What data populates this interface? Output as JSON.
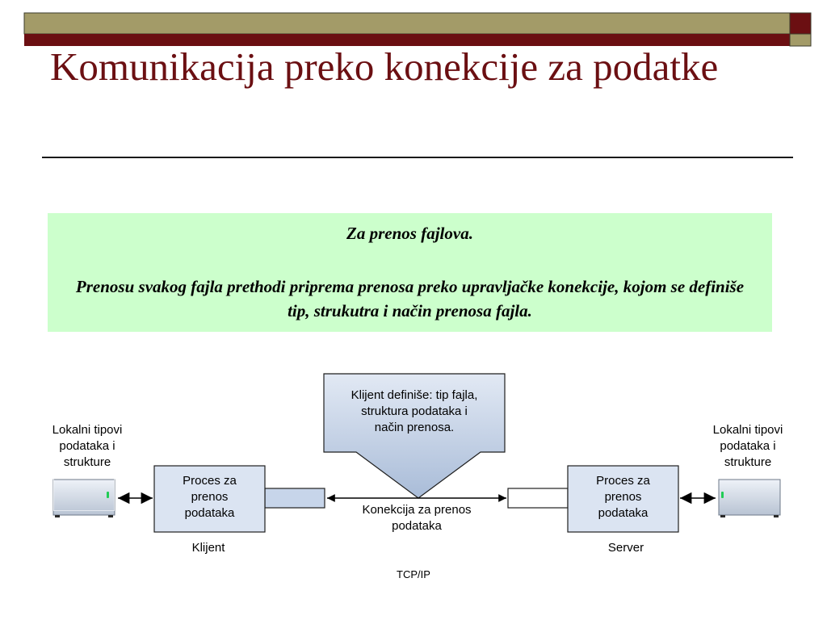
{
  "slide": {
    "title": "Komunikacija preko konekcije za podatke",
    "note_line1": "Za prenos fajlova.",
    "note_line2": "Prenosu svakog fajla prethodi priprema prenosa preko upravljačke konekcije, kojom se definiše tip, strukutra i način prenosa fajla.",
    "footer": "TCP/IP"
  },
  "diagram": {
    "callout_lines": [
      "Klijent definiše: tip fajla,",
      "struktura podataka i",
      "način prenosa."
    ],
    "local_left_lines": [
      "Lokalni tipovi",
      "podataka i",
      "strukture"
    ],
    "local_right_lines": [
      "Lokalni tipovi",
      "podataka i",
      "strukture"
    ],
    "process_left_lines": [
      "Proces za",
      "prenos",
      "podataka"
    ],
    "process_right_lines": [
      "Proces za",
      "prenos",
      "podataka"
    ],
    "connection_lines": [
      "Konekcija za prenos",
      "podataka"
    ],
    "client_label": "Klijent",
    "server_label": "Server"
  },
  "colors": {
    "banner_olive": "#a39b68",
    "banner_maroon": "#6b0f12",
    "title": "#6b0f12",
    "note_bg": "#ccffcc",
    "port_fill": "#c7d5ea",
    "callout_top": "#dbe4f2",
    "callout_bottom": "#aabdd9",
    "led": "#22cc55"
  },
  "icons": {
    "storage_left": "disk-drive-icon",
    "storage_right": "disk-drive-icon"
  }
}
